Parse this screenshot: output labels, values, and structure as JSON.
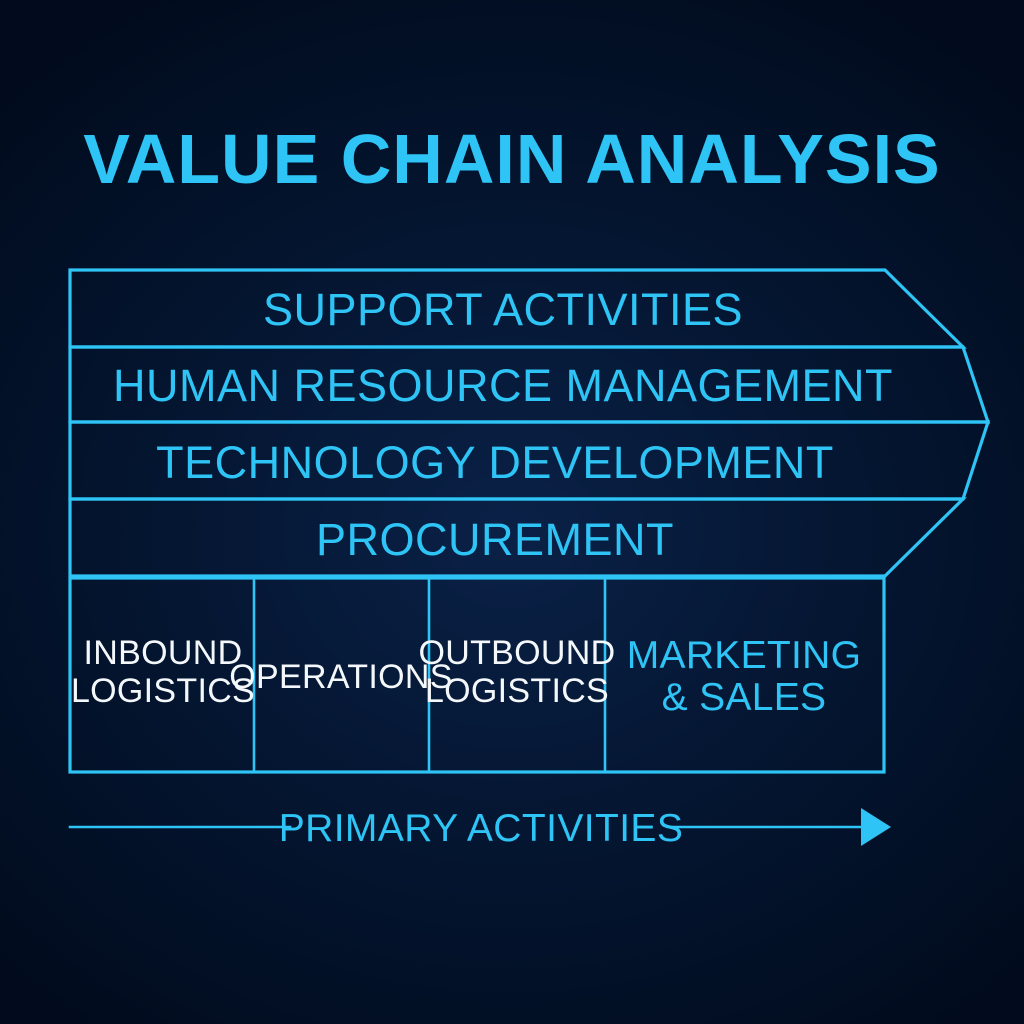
{
  "title": "VALUE CHAIN ANALYSIS",
  "colors": {
    "background": "#021026",
    "background_center": "#0a2147",
    "accent": "#2ec4f5",
    "primary_text": "#f4f8fb"
  },
  "support_activities": {
    "header": "SUPPORT ACTIVITIES",
    "rows": [
      {
        "label": "HUMAN RESOURCE MANAGEMENT"
      },
      {
        "label": "TECHNOLOGY DEVELOPMENT"
      },
      {
        "label": "PROCUREMENT"
      }
    ]
  },
  "primary_activities": {
    "footer_label": "PRIMARY ACTIVITIES",
    "boxes": [
      {
        "line1": "INBOUND",
        "line2": "LOGISTICS",
        "accent": false
      },
      {
        "line1": "OPERATIONS",
        "line2": "",
        "accent": false
      },
      {
        "line1": "OUTBOUND",
        "line2": "LOGISTICS",
        "accent": false
      },
      {
        "line1": "MARKETING",
        "line2": "& SALES",
        "accent": true
      }
    ]
  }
}
